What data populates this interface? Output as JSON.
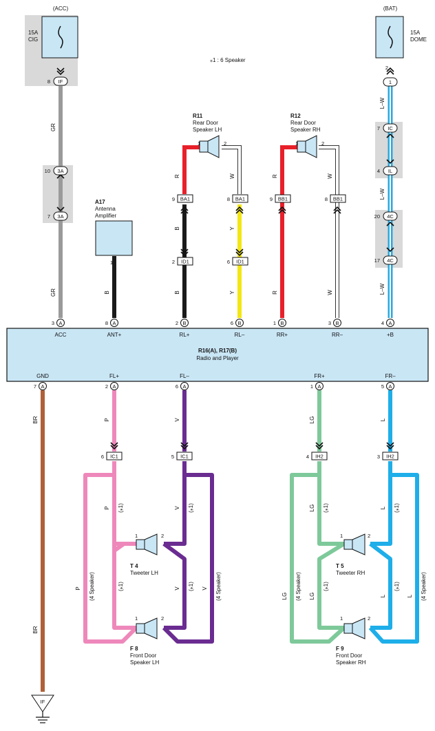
{
  "fuses": {
    "acc": {
      "source": "(ACC)",
      "line1": "15A",
      "line2": "CIG"
    },
    "bat": {
      "source": "(BAT)",
      "line1": "15A",
      "line2": "DOME"
    }
  },
  "note": "⁎1 : 6 Speaker",
  "components": {
    "r11": {
      "id": "R11",
      "line1": "Rear Door",
      "line2": "Speaker LH"
    },
    "r12": {
      "id": "R12",
      "line1": "Rear Door",
      "line2": "Speaker RH"
    },
    "a17": {
      "id": "A17",
      "line1": "Antenna",
      "line2": "Amplifier"
    },
    "radio": {
      "id": "R16(A), R17(B)",
      "name": "Radio and Player"
    },
    "t4": {
      "id": "T 4",
      "name": "Tweeter LH"
    },
    "t5": {
      "id": "T 5",
      "name": "Tweeter RH"
    },
    "f8": {
      "id": "F 8",
      "line1": "Front Door",
      "line2": "Speaker LH"
    },
    "f9": {
      "id": "F 9",
      "line1": "Front Door",
      "line2": "Speaker RH"
    }
  },
  "radio_top_pins": [
    {
      "label": "ACC",
      "pin": "3",
      "conn": "A"
    },
    {
      "label": "ANT+",
      "pin": "8",
      "conn": "A"
    },
    {
      "label": "RL+",
      "pin": "2",
      "conn": "B"
    },
    {
      "label": "RL–",
      "pin": "6",
      "conn": "B"
    },
    {
      "label": "RR+",
      "pin": "1",
      "conn": "B"
    },
    {
      "label": "RR–",
      "pin": "3",
      "conn": "B"
    },
    {
      "label": "+B",
      "pin": "4",
      "conn": "A"
    }
  ],
  "radio_bottom_pins": [
    {
      "label": "GND",
      "pin": "7",
      "conn": "A"
    },
    {
      "label": "FL+",
      "pin": "2",
      "conn": "A"
    },
    {
      "label": "FL–",
      "pin": "6",
      "conn": "A"
    },
    {
      "label": "FR+",
      "pin": "1",
      "conn": "A"
    },
    {
      "label": "FR–",
      "pin": "5",
      "conn": "A"
    }
  ],
  "connectors": {
    "if_top": {
      "pin": "8",
      "label": "IF"
    },
    "j3a_top": {
      "pin": "10",
      "label": "3A"
    },
    "j3a_bot": {
      "pin": "7",
      "label": "3A"
    },
    "j1": {
      "pin": "2",
      "label": "1"
    },
    "ic_top": {
      "pin": "7",
      "label": "IC"
    },
    "il": {
      "pin": "4",
      "label": "IL"
    },
    "j4c_top": {
      "pin": "20",
      "label": "4C"
    },
    "j4c_bot": {
      "pin": "17",
      "label": "4C"
    },
    "ba1_l": {
      "pin": "9",
      "label": "BA1"
    },
    "ba1_r": {
      "pin": "8",
      "label": "BA1"
    },
    "bb1_l": {
      "pin": "9",
      "label": "BB1"
    },
    "bb1_r": {
      "pin": "8",
      "label": "BB1"
    },
    "id1_l": {
      "pin": "2",
      "label": "ID1"
    },
    "id1_r": {
      "pin": "6",
      "label": "ID1"
    },
    "ic1_l": {
      "pin": "6",
      "label": "IC1"
    },
    "ic1_r": {
      "pin": "5",
      "label": "IC1"
    },
    "ih2_l": {
      "pin": "4",
      "label": "IH2"
    },
    "ih2_r": {
      "pin": "3",
      "label": "IH2"
    },
    "ground": {
      "label": "IF"
    }
  },
  "speaker_pins": {
    "r11_1": "1",
    "r11_2": "2",
    "r12_1": "1",
    "r12_2": "2",
    "a17_1": "1",
    "sp1": "1",
    "sp2": "2"
  },
  "wires": {
    "gr": "GR",
    "b": "B",
    "r": "R",
    "w": "W",
    "y": "Y",
    "lw": "L–W",
    "br": "BR",
    "p": "P",
    "v": "V",
    "lg": "LG",
    "l": "L",
    "star1": "(⁎1)",
    "four_speaker": "(4 Speaker)"
  },
  "colors": {
    "gr": "#9a9a9a",
    "b": "#1a1a1a",
    "r": "#e8202a",
    "y": "#f3e614",
    "w": "#ffffff",
    "lw": "#2aa9df",
    "br": "#b0603a",
    "p": "#ee88bb",
    "v": "#6a2c91",
    "lg": "#7ec99a",
    "l": "#1eaee9",
    "shade": "#d9d9d9",
    "box": "#c9e6f5"
  }
}
